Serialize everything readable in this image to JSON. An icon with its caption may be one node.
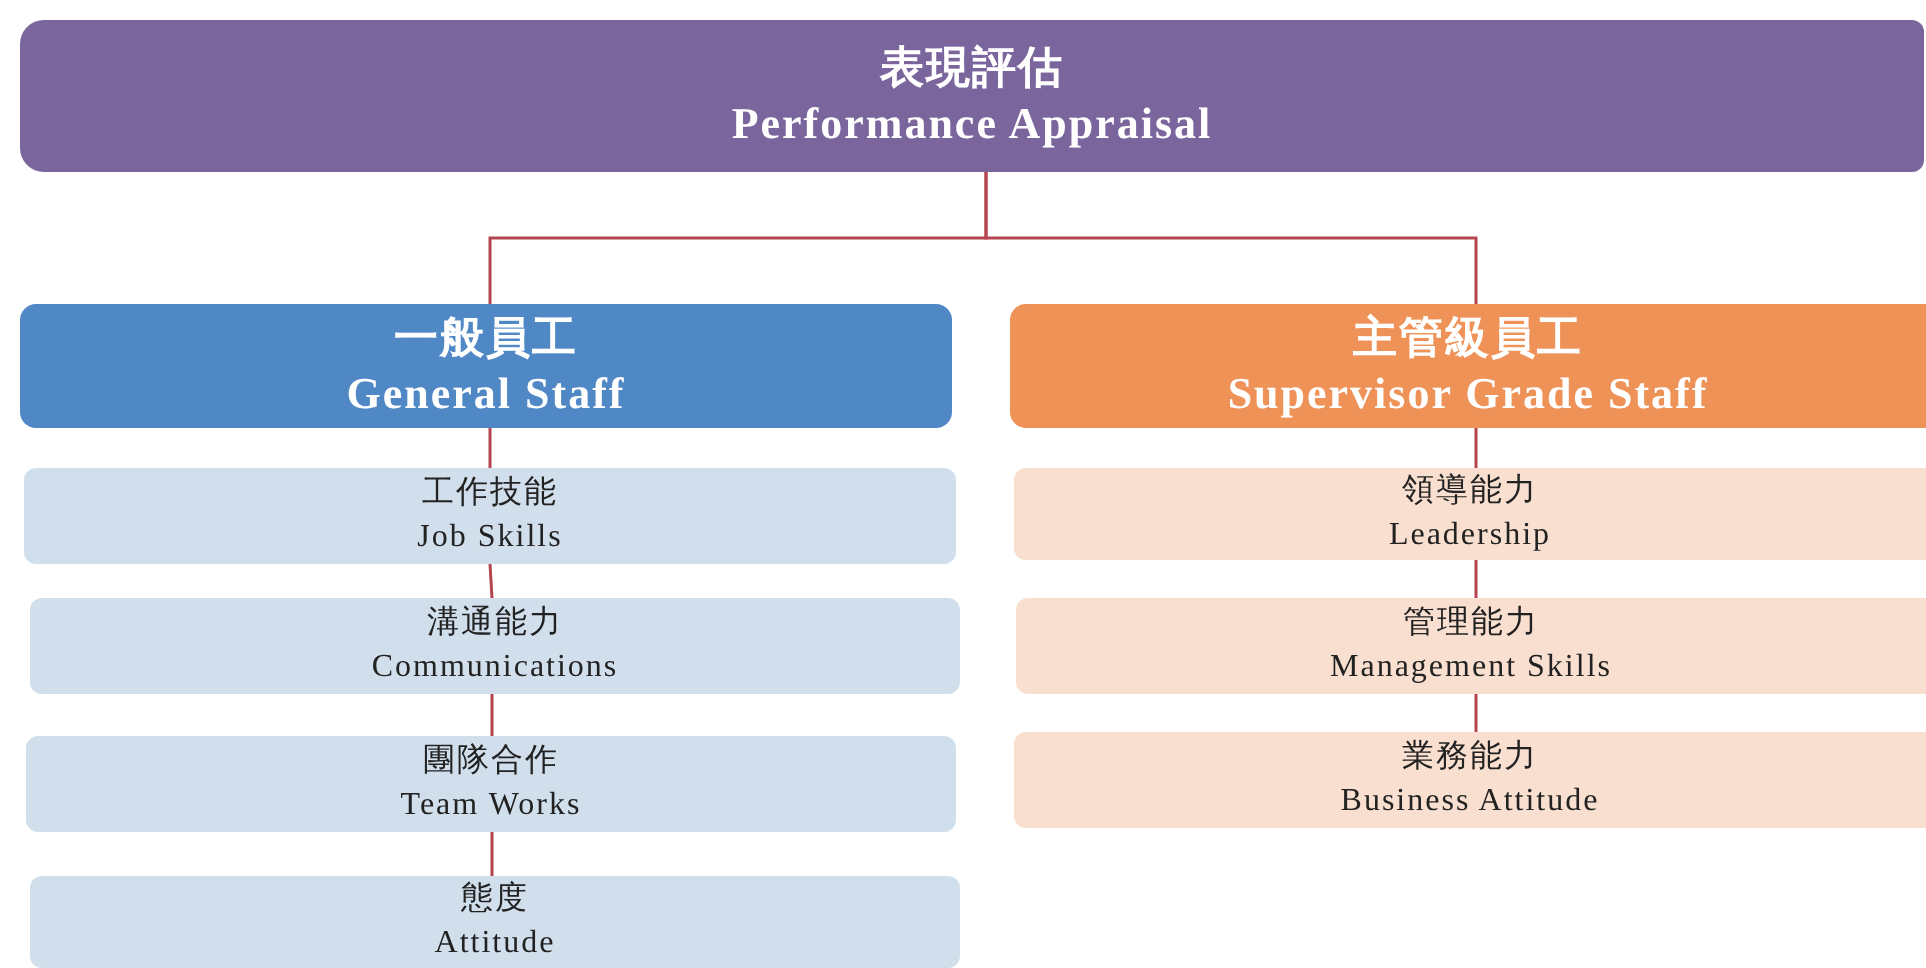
{
  "diagram": {
    "nodes": [
      {
        "text": [
          "表現評估",
          "Performance Appraisal"
        ]
      },
      {
        "text": [
          "一般員工",
          "General Staff"
        ]
      },
      {
        "text": [
          "工作技能",
          "Job Skills"
        ]
      },
      {
        "text": [
          "溝通能力",
          "Communications"
        ]
      },
      {
        "text": [
          "團隊合作",
          "Team Works"
        ]
      },
      {
        "text": [
          "態度",
          "Attitude"
        ]
      },
      {
        "text": [
          "主管級員工",
          "Supervisor Grade Staff"
        ]
      },
      {
        "text": [
          "領導能力",
          "Leadership"
        ]
      },
      {
        "text": [
          "管理能力",
          "Management Skills"
        ]
      },
      {
        "text": [
          "業務能力",
          "Business Attitude"
        ]
      }
    ],
    "edges": [
      {
        "from": 0,
        "to": 1,
        "arrow": "none"
      },
      {
        "from": 0,
        "to": 6,
        "arrow": "none"
      },
      {
        "from": 1,
        "to": 2,
        "arrow": "none"
      },
      {
        "from": 2,
        "to": 3,
        "arrow": "none"
      },
      {
        "from": 3,
        "to": 4,
        "arrow": "none"
      },
      {
        "from": 4,
        "to": 5,
        "arrow": "none"
      },
      {
        "from": 6,
        "to": 7,
        "arrow": "none"
      },
      {
        "from": 7,
        "to": 8,
        "arrow": "none"
      },
      {
        "from": 8,
        "to": 9,
        "arrow": "none"
      }
    ]
  }
}
